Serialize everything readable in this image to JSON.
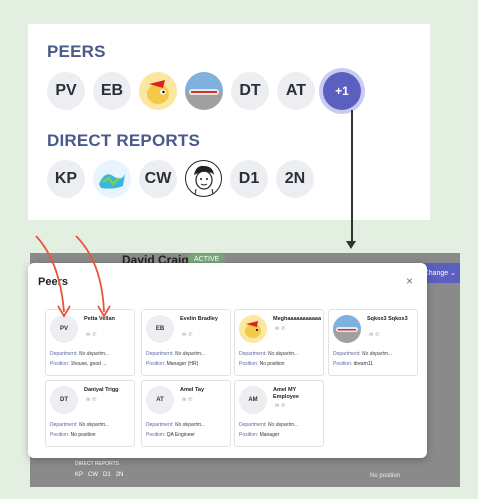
{
  "top_card": {
    "peers_title": "PEERS",
    "peers": [
      "PV",
      "EB",
      "",
      "",
      "DT",
      "AT"
    ],
    "peers_more": "+1",
    "direct_title": "DIRECT REPORTS",
    "direct": [
      "KP",
      "",
      "CW",
      "",
      "D1",
      "2N"
    ]
  },
  "background": {
    "name": "David Craig",
    "badge": "ACTIVE",
    "change": "Change ⌄",
    "direct_reports_label": "DIRECT REPORTS",
    "direct_row": [
      "KP",
      "CW",
      "D1",
      "2N"
    ],
    "position_text": "No position"
  },
  "modal": {
    "title": "Peers",
    "close_label": "×",
    "department_label": "Department:",
    "position_label": "Position:",
    "cards": [
      {
        "initials": "PV",
        "name": "Petta Vellan",
        "dept": "No departm...",
        "position": "1house, good ..."
      },
      {
        "initials": "EB",
        "name": "Evelin Bradley",
        "dept": "No departm...",
        "position": "Manager (HR)"
      },
      {
        "initials": "",
        "name": "Meghaaaaaaaaaaa",
        "dept": "No departm...",
        "position": "No position"
      },
      {
        "initials": "",
        "name": "Sqkox3 Sqkox3",
        "dept": "No departm...",
        "position": "dream11"
      },
      {
        "initials": "DT",
        "name": "Daniyal Trigg",
        "dept": "No departm...",
        "position": "No position"
      },
      {
        "initials": "AT",
        "name": "Amel Tay",
        "dept": "No departm...",
        "position": "QA Engineer"
      },
      {
        "initials": "AM",
        "name": "Amel MY Employee",
        "dept": "No departm...",
        "position": "Manager"
      }
    ]
  },
  "colors": {
    "accent": "#5a5fc0",
    "section_title": "#4a5a8a",
    "arrow": "#e8553a",
    "background": "#e3f0e1"
  }
}
